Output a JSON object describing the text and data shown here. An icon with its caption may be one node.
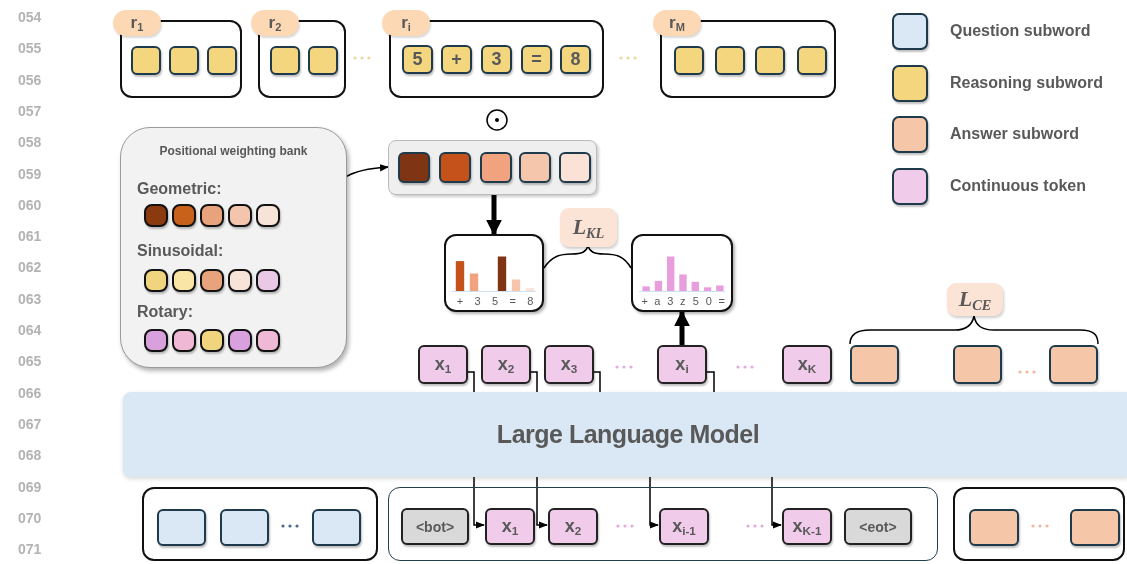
{
  "diagram": {
    "nodes": [
      {
        "text": [
          "r$_{1}$"
        ]
      },
      {
        "text": [],
        "shape": "box",
        "in": 0
      },
      {
        "text": [],
        "shape": "box",
        "in": 0
      },
      {
        "text": [],
        "shape": "box",
        "in": 0
      },
      {
        "text": [
          "r$_{2}$"
        ]
      },
      {
        "text": [],
        "shape": "box",
        "in": 4
      },
      {
        "text": [],
        "shape": "box",
        "in": 4
      },
      {
        "text": [
          "r$_{i}$"
        ]
      },
      {
        "text": [
          "5"
        ],
        "in": 7
      },
      {
        "text": [
          "+"
        ],
        "in": 7
      },
      {
        "text": [
          "3"
        ],
        "in": 7
      },
      {
        "text": [
          "="
        ],
        "in": 7
      },
      {
        "text": [
          "8"
        ],
        "in": 7
      },
      {
        "text": [
          "r$_{M}$"
        ]
      },
      {
        "text": [],
        "shape": "box",
        "in": 13
      },
      {
        "text": [],
        "shape": "box",
        "in": 13
      },
      {
        "text": [],
        "shape": "box",
        "in": 13
      },
      {
        "text": [],
        "shape": "box",
        "in": 13
      },
      {
        "text": [],
        "shape": "circle"
      },
      {
        "text": [
          "Positional weighting bank",
          "Geometric:",
          "Sinusoidal:",
          "Rotary:"
        ]
      },
      {
        "text": [],
        "shape": "box",
        "in": 19
      },
      {
        "text": [],
        "shape": "box",
        "in": 19
      },
      {
        "text": [],
        "shape": "box",
        "in": 19
      },
      {
        "text": [],
        "shape": "box",
        "in": 19
      },
      {
        "text": [],
        "shape": "box",
        "in": 19
      },
      {
        "text": [],
        "shape": "box",
        "in": 19
      },
      {
        "text": [],
        "shape": "box",
        "in": 19
      },
      {
        "text": [],
        "shape": "box",
        "in": 19
      },
      {
        "text": [],
        "shape": "box",
        "in": 19
      },
      {
        "text": [],
        "shape": "box",
        "in": 19
      },
      {
        "text": [],
        "shape": "box",
        "in": 19
      },
      {
        "text": [],
        "shape": "box",
        "in": 19
      },
      {
        "text": [],
        "shape": "box",
        "in": 19
      },
      {
        "text": [],
        "shape": "box",
        "in": 19
      },
      {
        "text": [],
        "shape": "box",
        "in": 19
      },
      {
        "text": [],
        "shape": "box"
      },
      {
        "text": [],
        "shape": "box",
        "in": 35
      },
      {
        "text": [],
        "shape": "box",
        "in": 35
      },
      {
        "text": [],
        "shape": "box",
        "in": 35
      },
      {
        "text": [],
        "shape": "box",
        "in": 35
      },
      {
        "text": [],
        "shape": "box",
        "in": 35
      },
      {
        "text": [
          "+",
          "3",
          "5",
          "=",
          "8"
        ]
      },
      {
        "text": [
          "L$_{KL}$"
        ]
      },
      {
        "text": [
          "+",
          "a",
          "3",
          "z",
          "5",
          "0",
          "="
        ]
      },
      {
        "text": [
          "x$_{1}$"
        ]
      },
      {
        "text": [
          "x$_{2}$"
        ]
      },
      {
        "text": [
          "x$_{3}$"
        ]
      },
      {
        "text": [
          "x$_{i}$"
        ]
      },
      {
        "text": [
          "x$_{K}$"
        ]
      },
      {
        "text": [],
        "shape": "box"
      },
      {
        "text": [],
        "shape": "box"
      },
      {
        "text": [],
        "shape": "box"
      },
      {
        "text": [
          "L$_{CE}$"
        ]
      },
      {
        "text": [
          "Large Language Model"
        ]
      },
      {
        "text": [],
        "shape": "box"
      },
      {
        "text": [],
        "shape": "box",
        "in": 54
      },
      {
        "text": [],
        "shape": "box",
        "in": 54
      },
      {
        "text": [],
        "shape": "box",
        "in": 54
      },
      {
        "text": [],
        "shape": "box"
      },
      {
        "text": [
          "<bot>"
        ],
        "in": 58
      },
      {
        "text": [
          "x$_{1}$"
        ],
        "in": 58
      },
      {
        "text": [
          "x$_{2}$"
        ],
        "in": 58
      },
      {
        "text": [
          "x$_{i-1}$"
        ],
        "in": 58
      },
      {
        "text": [
          "x$_{K-1}$"
        ],
        "in": 58
      },
      {
        "text": [
          "<eot>"
        ],
        "in": 58
      },
      {
        "text": [],
        "shape": "box"
      },
      {
        "text": [],
        "shape": "box",
        "in": 65
      },
      {
        "text": [],
        "shape": "box",
        "in": 65
      }
    ],
    "edges": [
      {
        "from": 24,
        "to": 35,
        "arrow": "to"
      },
      {
        "from": 35,
        "to": 41,
        "arrow": "to",
        "style": "thick"
      },
      {
        "from": 47,
        "to": 43,
        "arrow": "to",
        "style": "thick"
      },
      {
        "from": 44,
        "to": 53,
        "arrow": "none"
      },
      {
        "from": 45,
        "to": 53,
        "arrow": "none"
      },
      {
        "from": 46,
        "to": 53,
        "arrow": "none"
      },
      {
        "from": 47,
        "to": 53,
        "arrow": "none"
      },
      {
        "from": 53,
        "to": 60,
        "arrow": "to"
      },
      {
        "from": 53,
        "to": 61,
        "arrow": "to"
      },
      {
        "from": 53,
        "to": 62,
        "arrow": "to"
      },
      {
        "from": 53,
        "to": 63,
        "arrow": "to"
      }
    ],
    "labels": [
      "054",
      "055",
      "056",
      "057",
      "058",
      "059",
      "060",
      "061",
      "062",
      "063",
      "064",
      "065",
      "066",
      "067",
      "068",
      "069",
      "070",
      "071"
    ],
    "legend": [
      {
        "text": "Question subword",
        "color": "#dae8f5"
      },
      {
        "text": "Reasoning subword",
        "color": "#f4d67e"
      },
      {
        "text": "Answer subword",
        "color": "#f5c6a8"
      },
      {
        "text": "Continuous token",
        "color": "#f0cbea"
      }
    ]
  }
}
